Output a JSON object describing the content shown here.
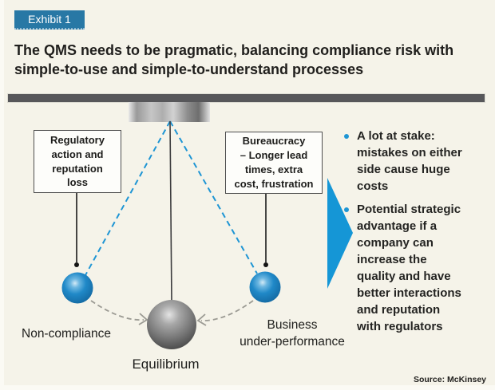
{
  "exhibit_label": "Exhibit 1",
  "title": "The QMS needs to be pragmatic, balancing compliance risk with\nsimple-to-use and simple-to-understand processes",
  "diagram": {
    "left_box": "Regulatory\naction and\nreputation\nloss",
    "right_box": "Bureaucracy\n– Longer lead\ntimes, extra\ncost, frustration",
    "label_left": "Non-compliance",
    "label_center": "Equilibrium",
    "label_right": "Business\nunder-performance"
  },
  "bullets": [
    {
      "text": "A lot at stake:\nmistakes on either\nside cause huge\ncosts"
    },
    {
      "text": "Potential strategic\nadvantage if a\ncompany can\nincrease the\nquality and have\nbetter interactions\nand reputation\nwith regulators"
    }
  ],
  "source": "Source: McKinsey",
  "colors": {
    "accent_blue": "#1e95d4",
    "badge_blue": "#2878a5",
    "background_cream": "#f5f3e9",
    "ceiling_bar_gray": "#57575a",
    "dashed_gray": "#9b9a93"
  }
}
